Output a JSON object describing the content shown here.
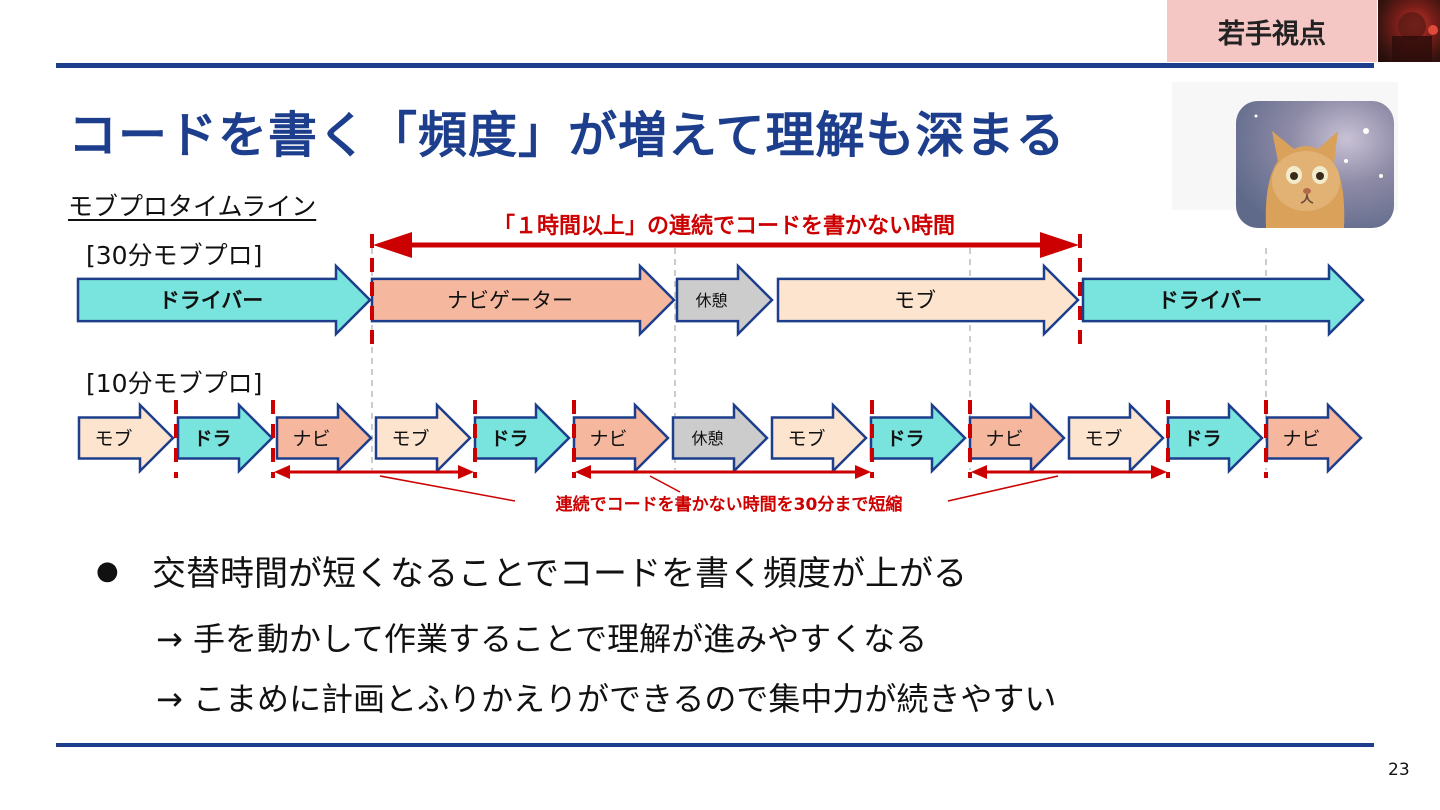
{
  "badge": {
    "label": "若手視点"
  },
  "title": "コードを書く「頻度」が増えて理解も深まる",
  "timeline_label": "モブプロタイムライン",
  "annotation_top": "「１時間以上」の連続でコードを書かない時間",
  "annotation_bottom": "連続でコードを書かない時間を30分まで短縮",
  "group_30": {
    "label": "[30分モブプロ]",
    "segments": [
      {
        "label": "ドライバー",
        "role": "driver"
      },
      {
        "label": "ナビゲーター",
        "role": "navi"
      },
      {
        "label": "休憩",
        "role": "rest"
      },
      {
        "label": "モブ",
        "role": "mob"
      },
      {
        "label": "ドライバー",
        "role": "driver"
      }
    ]
  },
  "group_10": {
    "label": "[10分モブプロ]",
    "segments": [
      {
        "label": "モブ",
        "role": "mob"
      },
      {
        "label": "ドラ",
        "role": "driver"
      },
      {
        "label": "ナビ",
        "role": "navi"
      },
      {
        "label": "モブ",
        "role": "mob"
      },
      {
        "label": "ドラ",
        "role": "driver"
      },
      {
        "label": "ナビ",
        "role": "navi"
      },
      {
        "label": "休憩",
        "role": "rest"
      },
      {
        "label": "モブ",
        "role": "mob"
      },
      {
        "label": "ドラ",
        "role": "driver"
      },
      {
        "label": "ナビ",
        "role": "navi"
      },
      {
        "label": "モブ",
        "role": "mob"
      },
      {
        "label": "ドラ",
        "role": "driver"
      },
      {
        "label": "ナビ",
        "role": "navi"
      }
    ]
  },
  "colors": {
    "driver": "#79e3dd",
    "navi": "#f5b79e",
    "rest": "#cccccc",
    "mob": "#fce4cf",
    "outline": "#1d3e8c",
    "accent_red": "#cc0000",
    "title_blue": "#1d3e8c"
  },
  "bullets": {
    "main": "交替時間が短くなることでコードを書く頻度が上がる",
    "sub1": "→ 手を動かして作業することで理解が進みやすくなる",
    "sub2": "→ こまめに計画とふりかえりができるので集中力が続きやすい"
  },
  "page_number": "23"
}
